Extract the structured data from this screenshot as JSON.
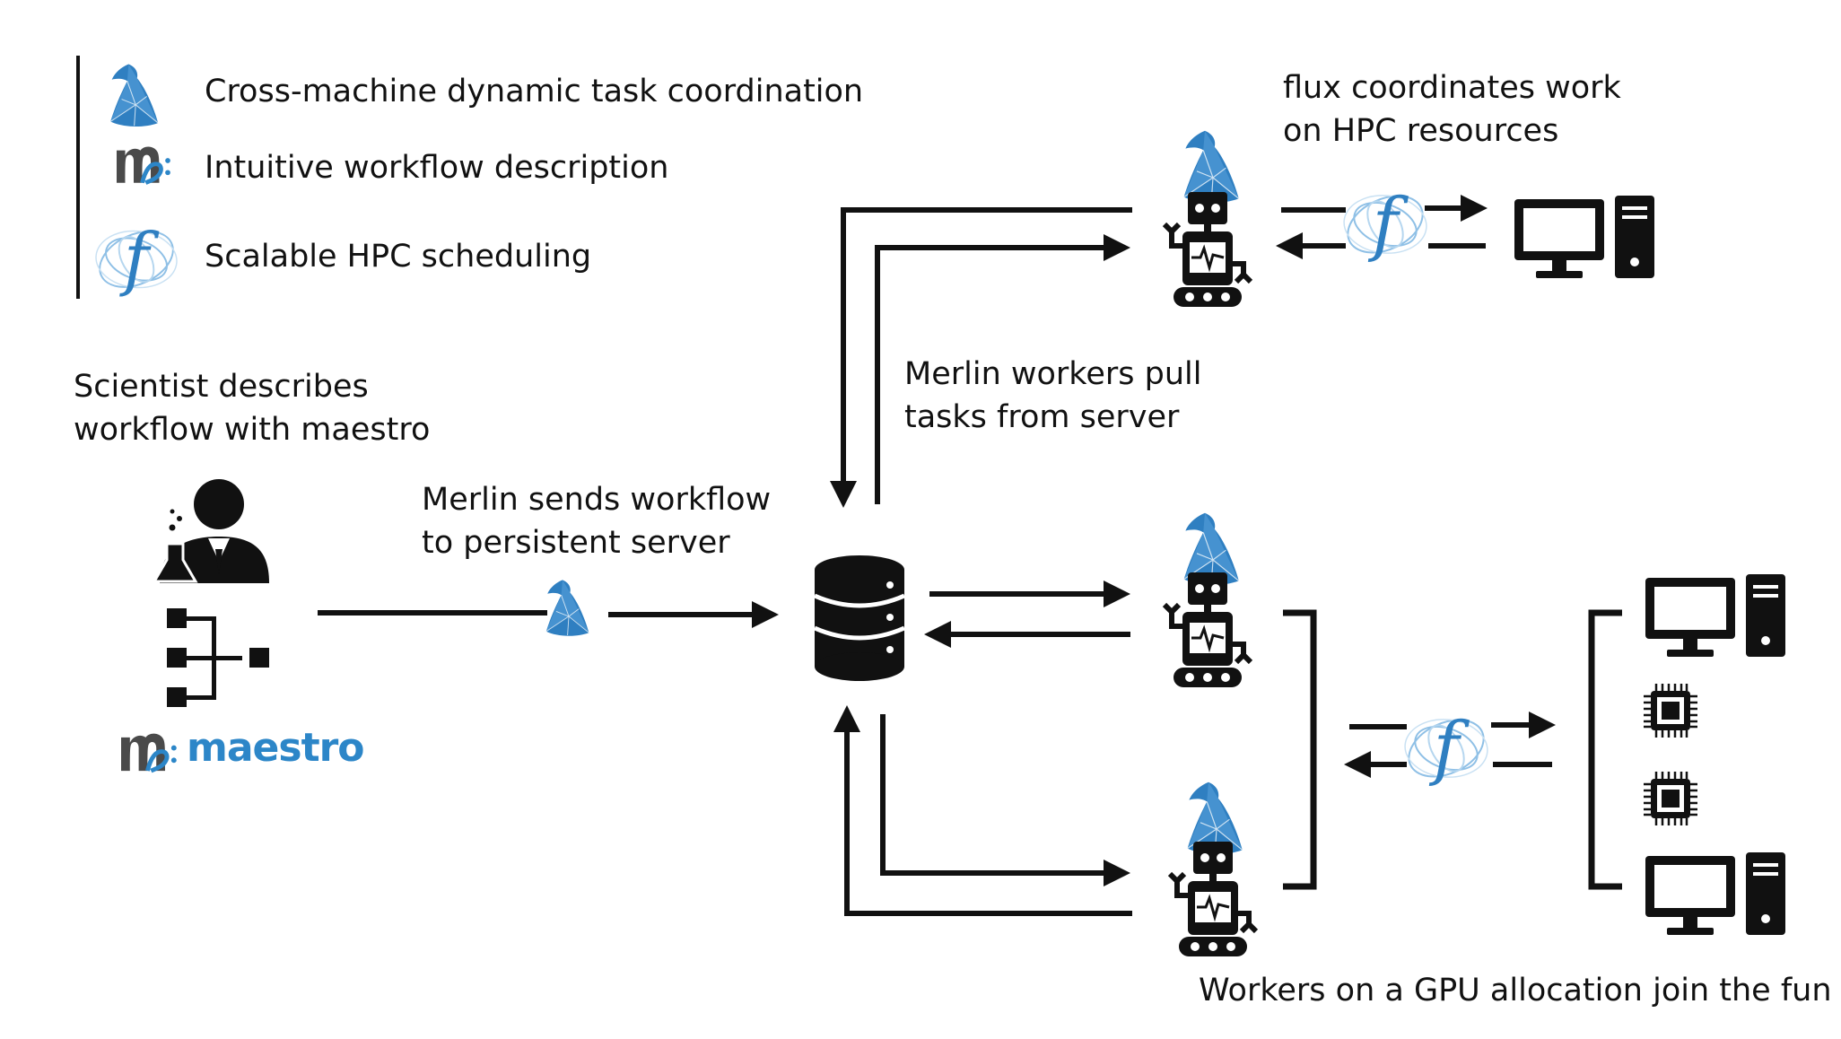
{
  "legend": {
    "items": [
      {
        "icon": "merlin-hat-icon",
        "label": "Cross-machine dynamic task coordination"
      },
      {
        "icon": "maestro-logo-icon",
        "label": "Intuitive workflow description"
      },
      {
        "icon": "flux-logo-icon",
        "label": "Scalable HPC scheduling"
      }
    ]
  },
  "labels": {
    "scientist_line1": "Scientist describes",
    "scientist_line2": "workflow with maestro",
    "merlin_sends_line1": "Merlin sends workflow",
    "merlin_sends_line2": "to persistent server",
    "workers_pull_line1": "Merlin workers pull",
    "workers_pull_line2": "tasks from server",
    "flux_line1": "flux coordinates work",
    "flux_line2": "on HPC resources",
    "gpu_caption": "Workers on a GPU allocation join the fun",
    "maestro_word": "maestro"
  },
  "colors": {
    "merlin_blue": "#2f7fc1",
    "merlin_blue_light": "#5aa3dc",
    "maestro_blue": "#2c86c8",
    "ink": "#111111"
  }
}
